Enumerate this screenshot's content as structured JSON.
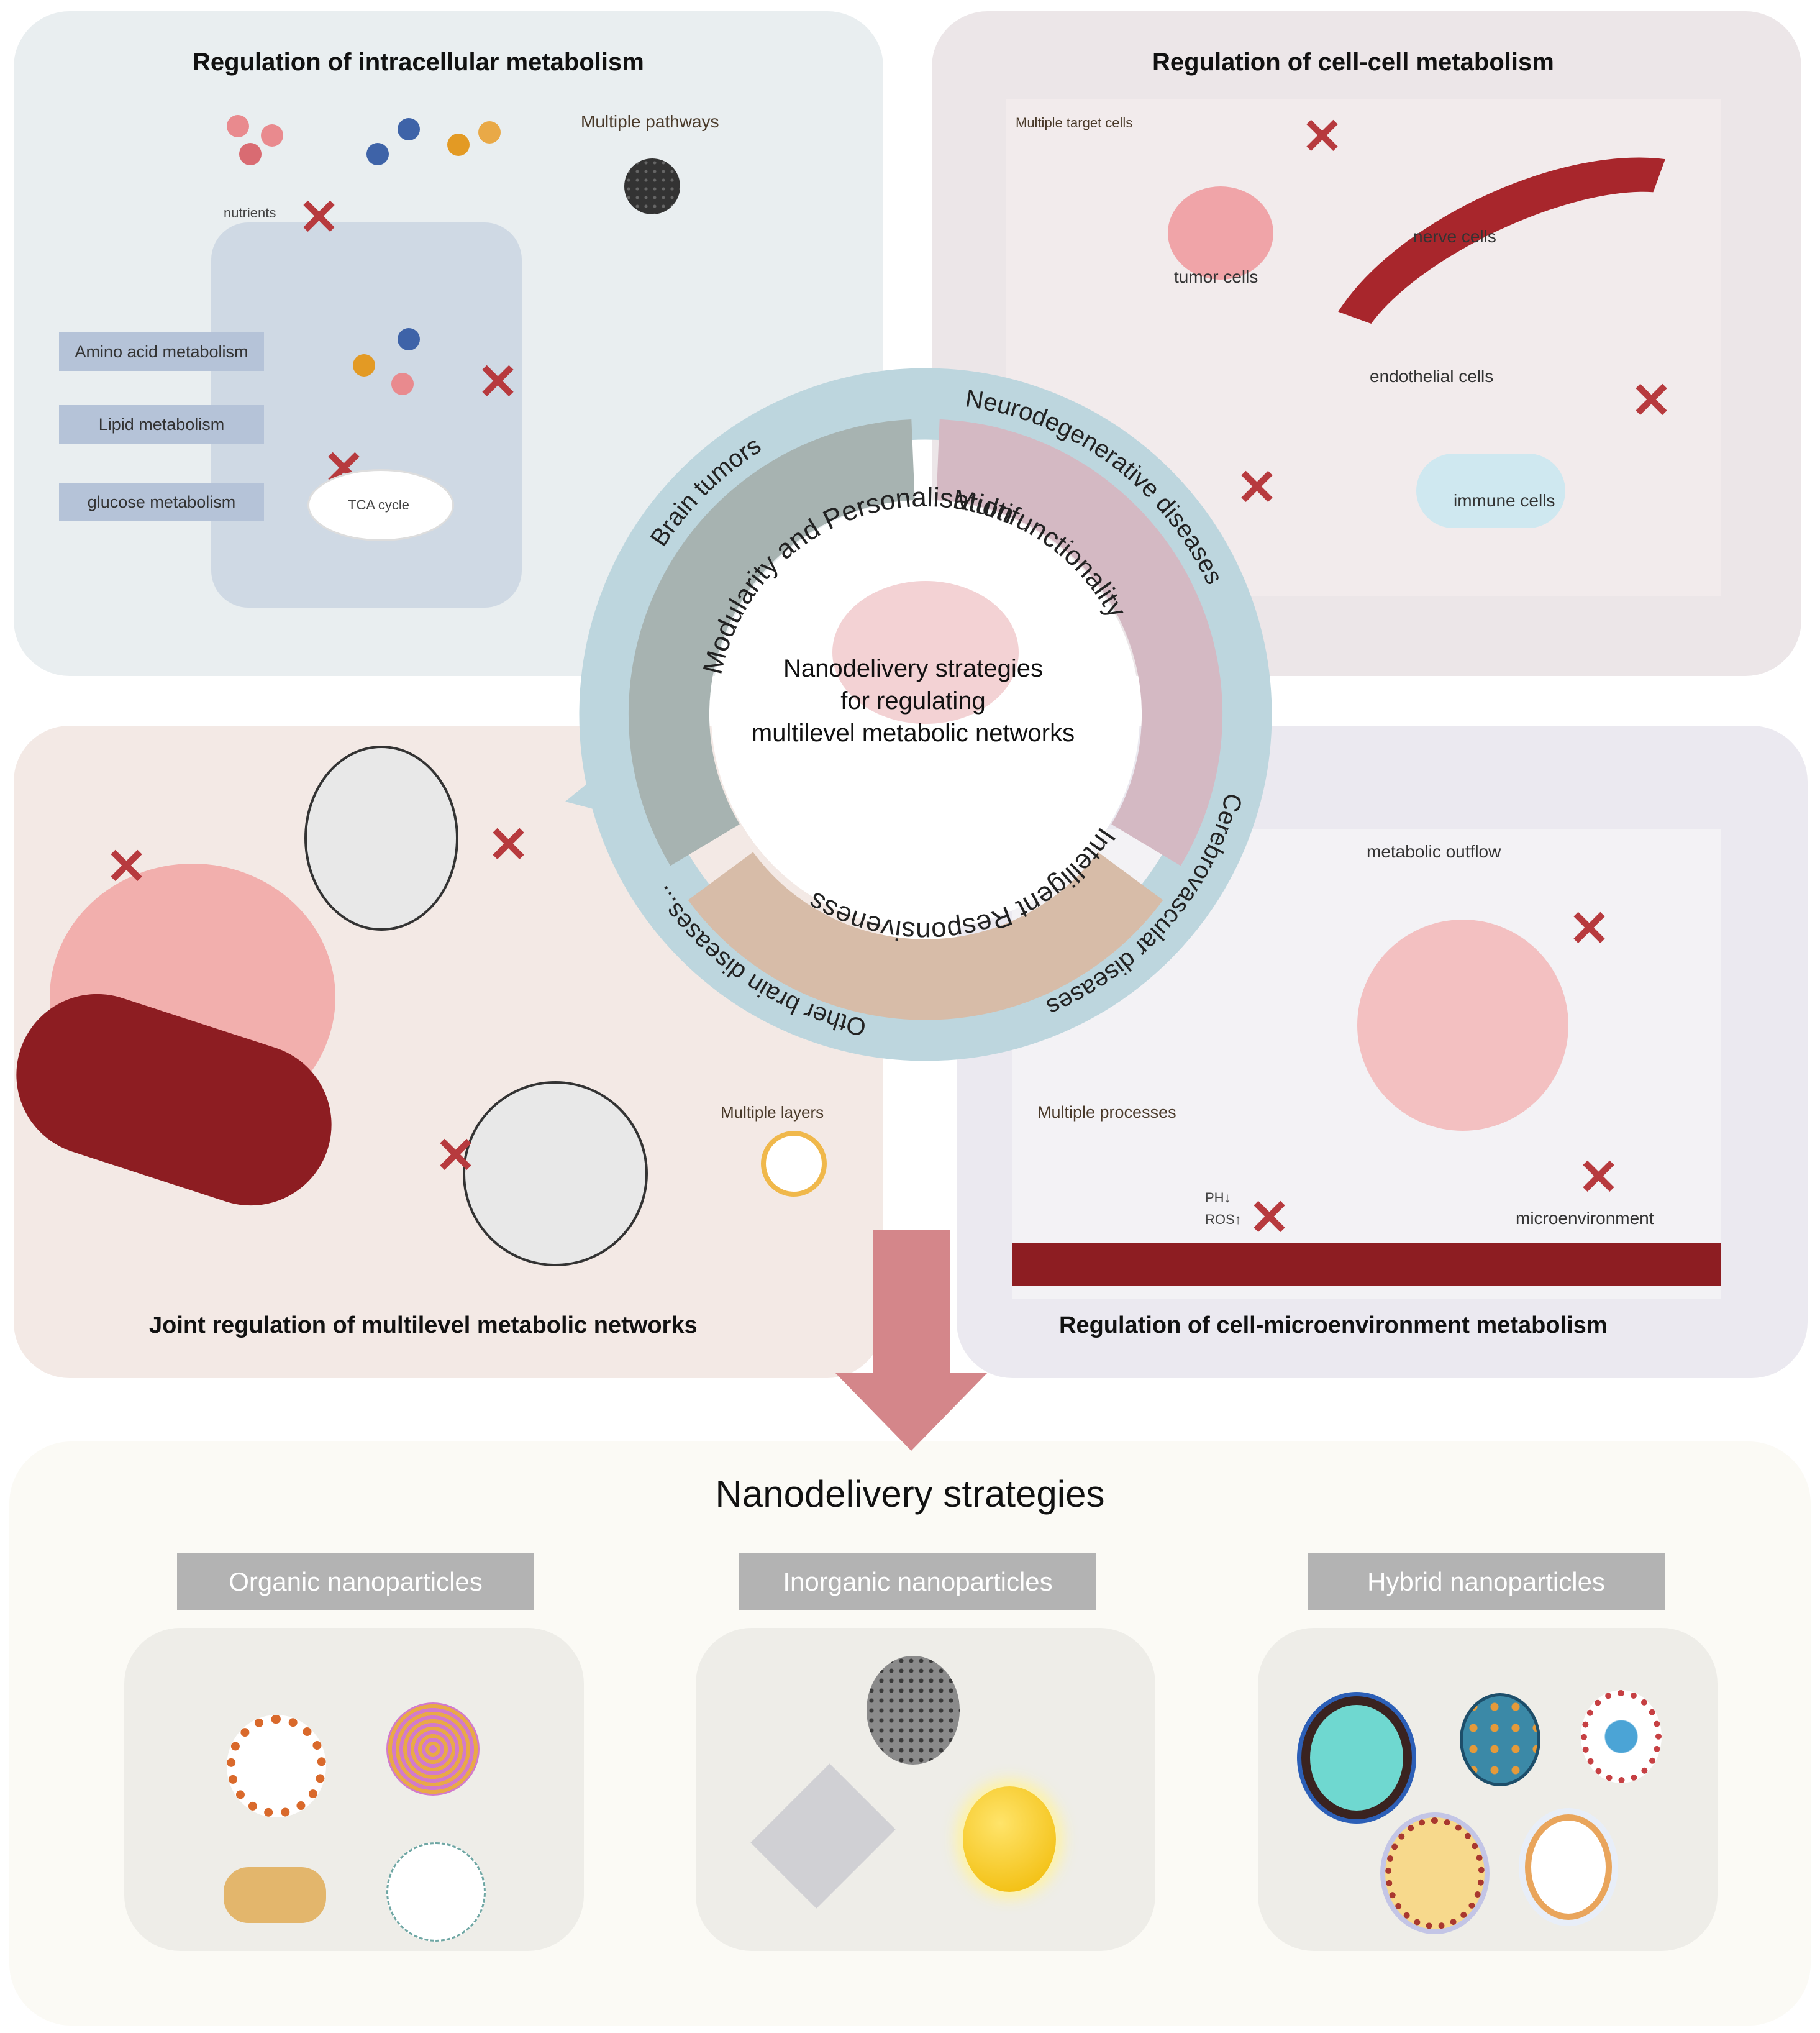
{
  "center": {
    "title_lines": [
      "Nanodelivery strategies",
      "for regulating",
      "multilevel metabolic networks"
    ]
  },
  "inner_ring": [
    {
      "label": "Modularity and Personalisation",
      "color": "#a7b3b1"
    },
    {
      "label": "Multifunctionality",
      "color": "#d4b9c3"
    },
    {
      "label": "Intelligent Responsiveness",
      "color": "#d7bca8"
    }
  ],
  "outer_ring": {
    "color": "#bdd6de",
    "labels": [
      "Brain tumors",
      "Neurodegenerative diseases",
      "Cerebrovascular diseases",
      "Other brain diseases..."
    ]
  },
  "panels": {
    "intracellular": {
      "title": "Regulation of intracellular metabolism",
      "multiple_pathways": "Multiple pathways",
      "nutrients": "nutrients",
      "tca": "TCA cycle",
      "metabolism_types": [
        "Amino acid metabolism",
        "Lipid metabolism",
        "glucose metabolism"
      ]
    },
    "cell_cell": {
      "title": "Regulation of cell-cell metabolism",
      "multiple_target_cells": "Multiple target cells",
      "cells": [
        "tumor cells",
        "nerve cells",
        "endothelial cells",
        "immune cells"
      ]
    },
    "joint": {
      "title": "Joint regulation of multilevel metabolic networks",
      "multiple_layers": "Multiple layers"
    },
    "microenvironment": {
      "title": "Regulation of cell-microenvironment metabolism",
      "metabolic_outflow": "metabolic outflow",
      "multiple_processes": "Multiple processes",
      "ph": "PH↓",
      "ros": "ROS↑",
      "microenvironment": "microenvironment"
    }
  },
  "bottom": {
    "title": "Nanodelivery strategies",
    "categories": [
      {
        "label": "Organic nanoparticles"
      },
      {
        "label": "Inorganic nanoparticles"
      },
      {
        "label": "Hybrid nanoparticles"
      }
    ]
  },
  "colors": {
    "inhibit_red": "#b73a3e",
    "arrow_pink": "#d4868a"
  }
}
